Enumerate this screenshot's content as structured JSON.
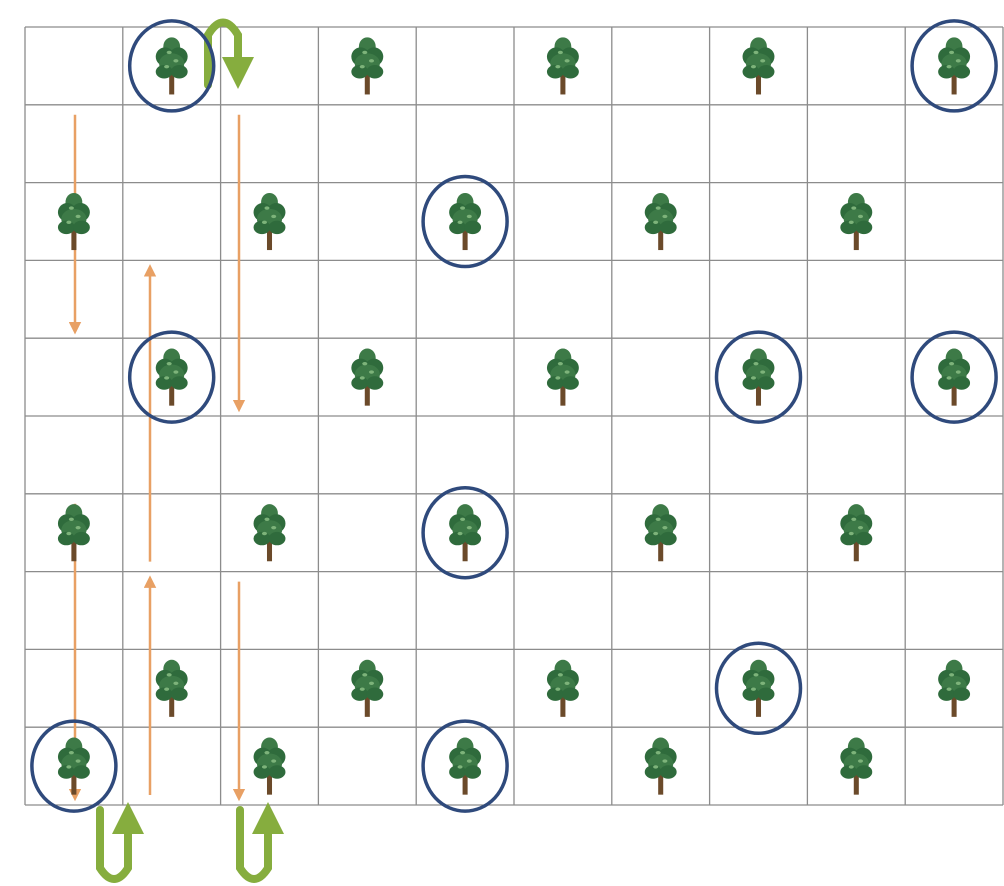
{
  "diagram": {
    "grid": {
      "rows": 10,
      "cols": 10
    },
    "colors": {
      "grid_line": "#8c8c8c",
      "circle": "#2f4a7c",
      "arrow_orange": "#e8a064",
      "arrow_green": "#86ad3e",
      "tree_leaf": "#2f6b3c",
      "tree_leaf_light": "#5c9a5a",
      "tree_trunk": "#6b4a2a"
    },
    "icons": {
      "tree": "tree-icon",
      "circle": "circle-marker",
      "arrow": "arrow-icon"
    },
    "trees": [
      {
        "row": 0,
        "col": 1,
        "circled": true
      },
      {
        "row": 0,
        "col": 3,
        "circled": false
      },
      {
        "row": 0,
        "col": 5,
        "circled": false
      },
      {
        "row": 0,
        "col": 7,
        "circled": false
      },
      {
        "row": 0,
        "col": 9,
        "circled": true
      },
      {
        "row": 2,
        "col": 0,
        "circled": false
      },
      {
        "row": 2,
        "col": 2,
        "circled": false
      },
      {
        "row": 2,
        "col": 4,
        "circled": true
      },
      {
        "row": 2,
        "col": 6,
        "circled": false
      },
      {
        "row": 2,
        "col": 8,
        "circled": false
      },
      {
        "row": 4,
        "col": 1,
        "circled": true
      },
      {
        "row": 4,
        "col": 3,
        "circled": false
      },
      {
        "row": 4,
        "col": 5,
        "circled": false
      },
      {
        "row": 4,
        "col": 7,
        "circled": true
      },
      {
        "row": 4,
        "col": 9,
        "circled": true
      },
      {
        "row": 6,
        "col": 0,
        "circled": false
      },
      {
        "row": 6,
        "col": 2,
        "circled": false
      },
      {
        "row": 6,
        "col": 4,
        "circled": true
      },
      {
        "row": 6,
        "col": 6,
        "circled": false
      },
      {
        "row": 6,
        "col": 8,
        "circled": false
      },
      {
        "row": 8,
        "col": 1,
        "circled": false
      },
      {
        "row": 8,
        "col": 3,
        "circled": false
      },
      {
        "row": 8,
        "col": 5,
        "circled": false
      },
      {
        "row": 8,
        "col": 7,
        "circled": true
      },
      {
        "row": 8,
        "col": 9,
        "circled": false
      },
      {
        "row": 9,
        "col": 0,
        "circled": true
      },
      {
        "row": 9,
        "col": 2,
        "circled": false
      },
      {
        "row": 9,
        "col": 4,
        "circled": true
      },
      {
        "row": 9,
        "col": 6,
        "circled": false
      },
      {
        "row": 9,
        "col": 8,
        "circled": false
      }
    ],
    "orange_arrows": [
      {
        "col": 0,
        "from_row": 1,
        "to_row": 3,
        "direction": "down"
      },
      {
        "col": 0,
        "from_row": 6,
        "to_row": 9,
        "direction": "down"
      },
      {
        "col": 1,
        "from_row": 6,
        "to_row": 3,
        "direction": "up"
      },
      {
        "col": 1,
        "from_row": 9,
        "to_row": 7,
        "direction": "up"
      },
      {
        "col": 2,
        "from_row": 1,
        "to_row": 4,
        "direction": "down"
      },
      {
        "col": 2,
        "from_row": 7,
        "to_row": 9,
        "direction": "down"
      }
    ],
    "u_turns": [
      {
        "between_cols": [
          1,
          2
        ],
        "edge": "top",
        "direction": "down"
      },
      {
        "between_cols": [
          0,
          1
        ],
        "edge": "bottom",
        "direction": "up"
      },
      {
        "between_cols": [
          2,
          2
        ],
        "edge": "bottom",
        "direction": "up"
      }
    ]
  }
}
